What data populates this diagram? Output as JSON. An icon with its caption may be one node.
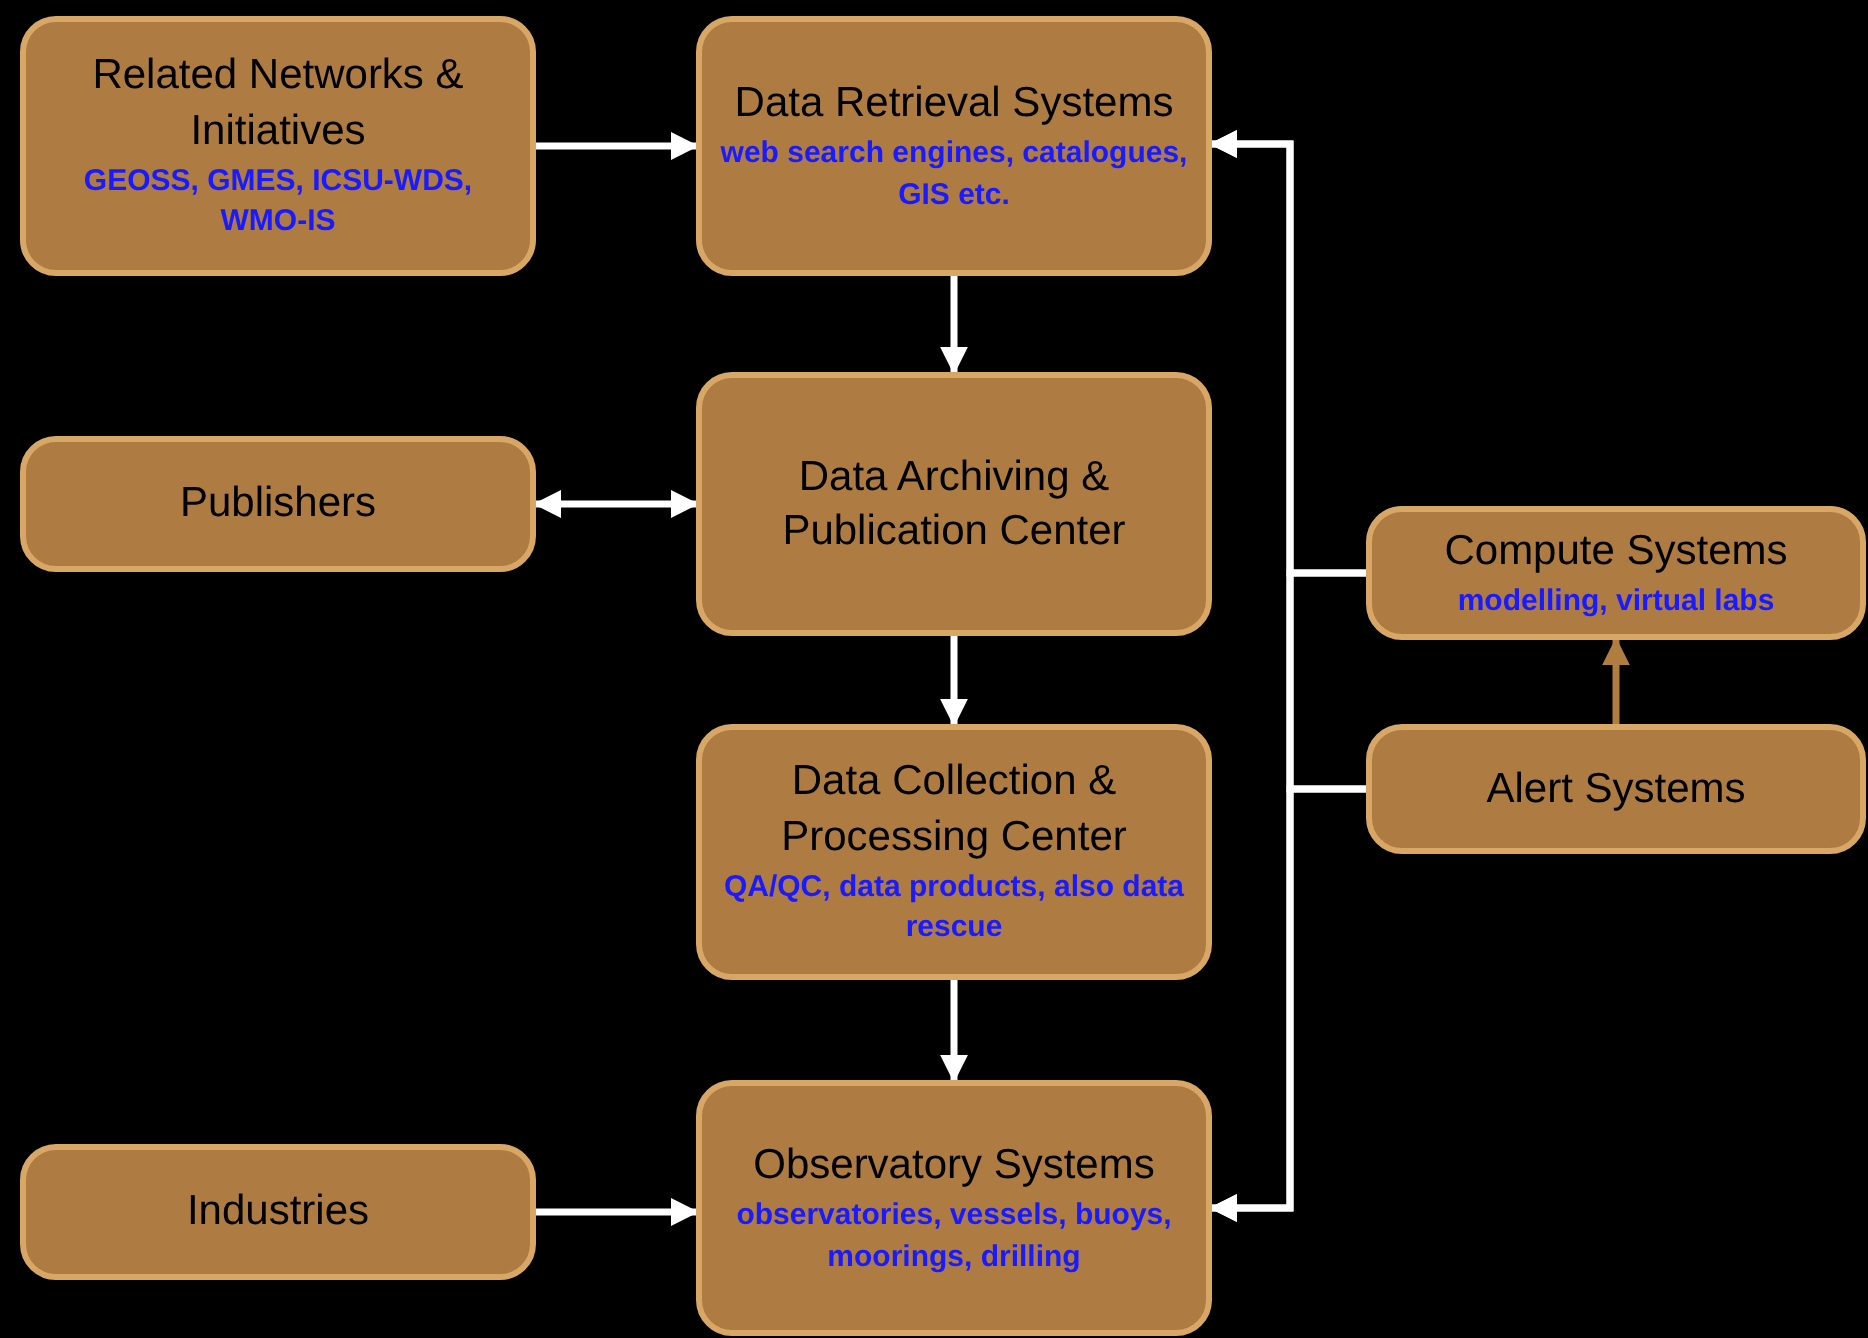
{
  "diagram": {
    "nodes": [
      {
        "text": [
          "Related Networks & Initiatives",
          "GEOSS, GMES, ICSU-WDS, WMO-IS"
        ]
      },
      {
        "text": [
          "Data Retrieval Systems",
          "web search engines, catalogues, GIS etc."
        ]
      },
      {
        "text": [
          "Publishers"
        ]
      },
      {
        "text": [
          "Data Archiving & Publication Center"
        ]
      },
      {
        "text": [
          "Compute Systems",
          "modelling, virtual labs"
        ]
      },
      {
        "text": [
          "Data Collection & Processing Center",
          "QA/QC, data products, also data rescue"
        ]
      },
      {
        "text": [
          "Alert Systems"
        ]
      },
      {
        "text": [
          "Industries"
        ]
      },
      {
        "text": [
          "Observatory Systems",
          "observatories, vessels, buoys, moorings, drilling"
        ]
      }
    ],
    "edges": [
      {
        "from": 0,
        "to": 1,
        "arrow": "to"
      },
      {
        "from": 1,
        "to": 3,
        "arrow": "to"
      },
      {
        "from": 2,
        "to": 3,
        "arrow": "both"
      },
      {
        "from": 3,
        "to": 5,
        "arrow": "to"
      },
      {
        "from": 5,
        "to": 8,
        "arrow": "to"
      },
      {
        "from": 7,
        "to": 8,
        "arrow": "to"
      },
      {
        "from": 4,
        "to": 1,
        "arrow": "to"
      },
      {
        "from": 4,
        "to": 8,
        "arrow": "to"
      },
      {
        "from": 6,
        "to": 1,
        "arrow": "to"
      },
      {
        "from": 6,
        "to": 8,
        "arrow": "to"
      },
      {
        "from": 6,
        "to": 4,
        "arrow": "to",
        "color": "#b07d40"
      }
    ]
  }
}
